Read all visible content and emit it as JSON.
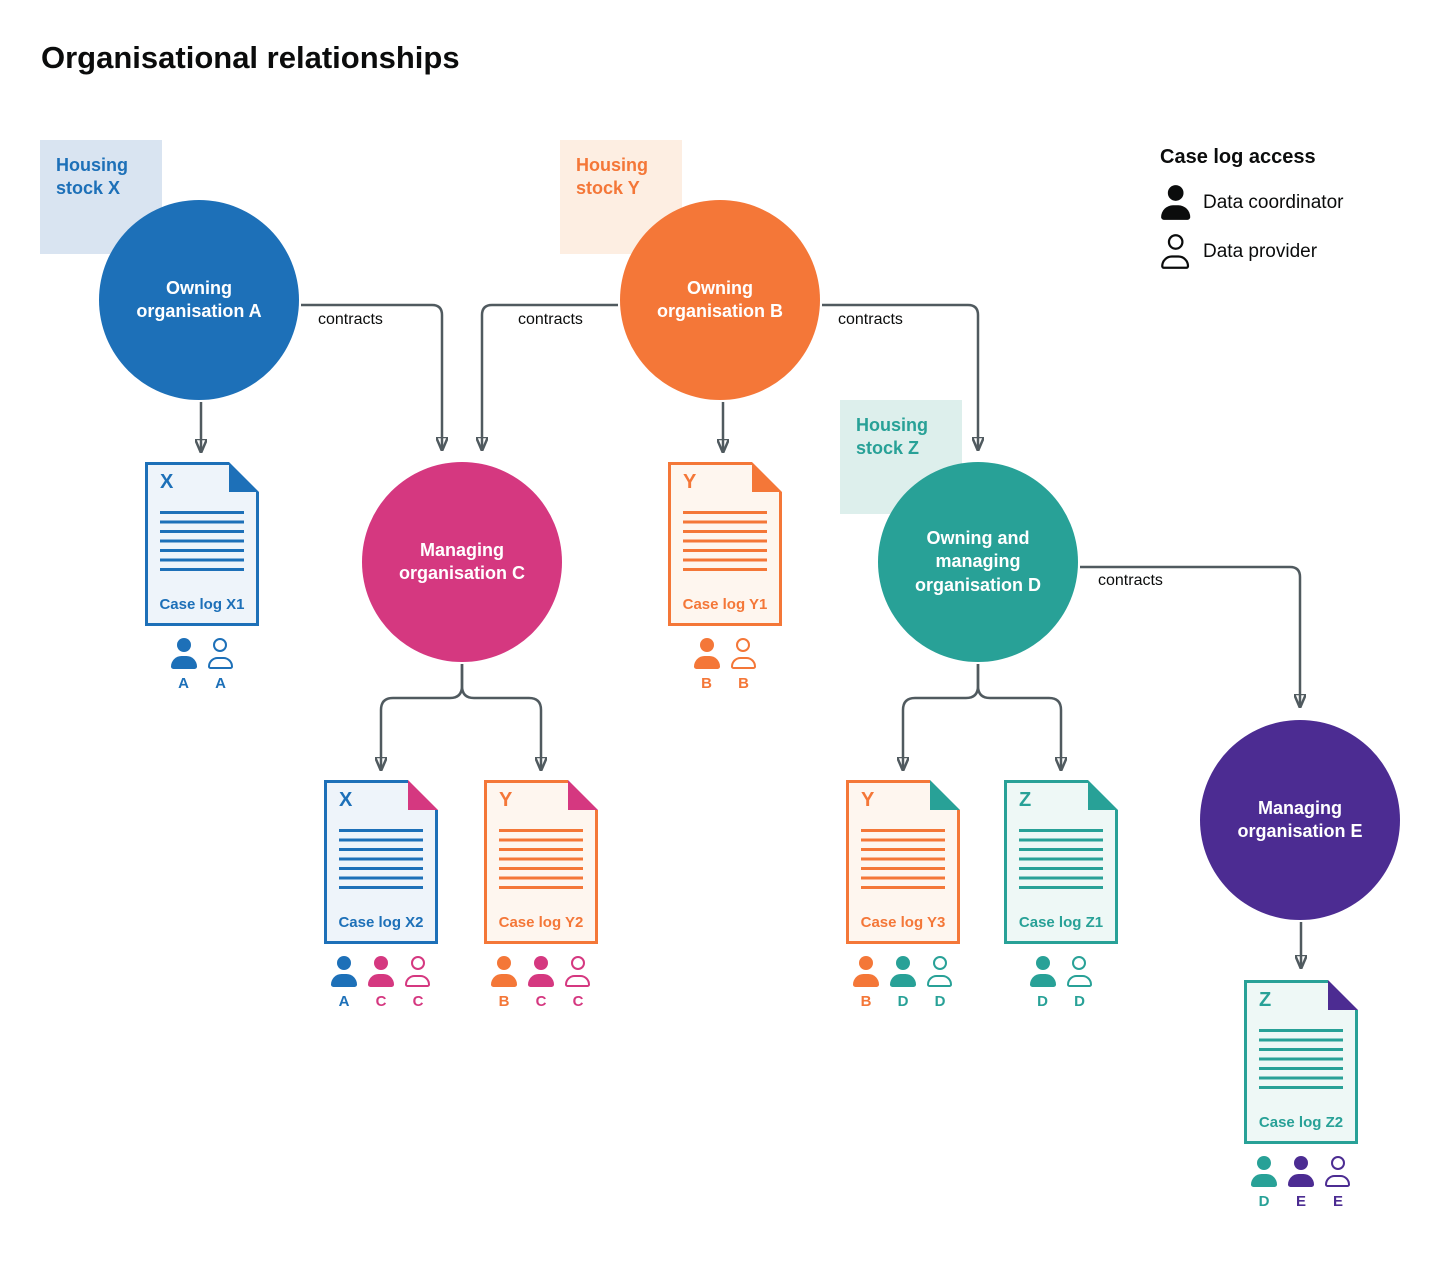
{
  "title": "Organisational relationships",
  "legend": {
    "heading": "Case log access",
    "items": [
      {
        "icon": "person-filled",
        "label": "Data coordinator"
      },
      {
        "icon": "person-outline",
        "label": "Data provider"
      }
    ]
  },
  "contracts_label": "contracts",
  "colors": {
    "blue": "#1d70b8",
    "orange": "#f47738",
    "pink": "#d53880",
    "teal": "#28a197",
    "purple": "#4c2c92",
    "grey": "#505a5f",
    "ink": "#0b0c0c",
    "stockX": "#d9e4f1",
    "stockY": "#fdeee2",
    "stockZ": "#ddefec",
    "tintBlue": "#eef4fa",
    "tintOrange": "#fef6ef",
    "tintTeal": "#eef8f6"
  },
  "housing_stocks": {
    "x": {
      "label": "Housing stock X"
    },
    "y": {
      "label": "Housing stock Y"
    },
    "z": {
      "label": "Housing stock Z"
    }
  },
  "organisations": {
    "a": {
      "label": "Owning organisation A"
    },
    "b": {
      "label": "Owning organisation B"
    },
    "c": {
      "label": "Managing organisation C"
    },
    "d": {
      "label": "Owning and managing organisation D"
    },
    "e": {
      "label": "Managing organisation E"
    }
  },
  "case_logs": {
    "x1": {
      "letter": "X",
      "label": "Case log X1",
      "access": [
        {
          "role": "coordinator",
          "org": "A"
        },
        {
          "role": "provider",
          "org": "A"
        }
      ]
    },
    "y1": {
      "letter": "Y",
      "label": "Case log Y1",
      "access": [
        {
          "role": "coordinator",
          "org": "B"
        },
        {
          "role": "provider",
          "org": "B"
        }
      ]
    },
    "x2": {
      "letter": "X",
      "label": "Case log X2",
      "access": [
        {
          "role": "coordinator",
          "org": "A"
        },
        {
          "role": "coordinator",
          "org": "C"
        },
        {
          "role": "provider",
          "org": "C"
        }
      ]
    },
    "y2": {
      "letter": "Y",
      "label": "Case log Y2",
      "access": [
        {
          "role": "coordinator",
          "org": "B"
        },
        {
          "role": "coordinator",
          "org": "C"
        },
        {
          "role": "provider",
          "org": "C"
        }
      ]
    },
    "y3": {
      "letter": "Y",
      "label": "Case log Y3",
      "access": [
        {
          "role": "coordinator",
          "org": "B"
        },
        {
          "role": "coordinator",
          "org": "D"
        },
        {
          "role": "provider",
          "org": "D"
        }
      ]
    },
    "z1": {
      "letter": "Z",
      "label": "Case log Z1",
      "access": [
        {
          "role": "coordinator",
          "org": "D"
        },
        {
          "role": "provider",
          "org": "D"
        }
      ]
    },
    "z2": {
      "letter": "Z",
      "label": "Case log Z2",
      "access": [
        {
          "role": "coordinator",
          "org": "D"
        },
        {
          "role": "coordinator",
          "org": "E"
        },
        {
          "role": "provider",
          "org": "E"
        }
      ]
    }
  }
}
